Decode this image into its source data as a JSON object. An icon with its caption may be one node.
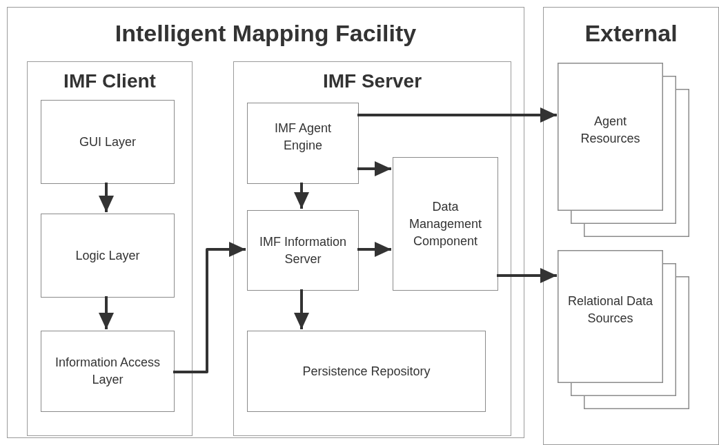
{
  "diagram": {
    "nodes": [
      {
        "text": [
          "Intelligent Mapping Facility"
        ]
      },
      {
        "text": [
          "External"
        ]
      },
      {
        "text": [
          "IMF Client"
        ],
        "in": 0
      },
      {
        "text": [
          "GUI Layer"
        ],
        "in": 2
      },
      {
        "text": [
          "Logic Layer"
        ],
        "in": 2
      },
      {
        "text": [
          "Information Access Layer"
        ],
        "in": 2
      },
      {
        "text": [
          "IMF Server"
        ],
        "in": 0
      },
      {
        "text": [
          "IMF Agent Engine"
        ],
        "in": 6
      },
      {
        "text": [
          "IMF Information Server"
        ],
        "in": 6
      },
      {
        "text": [
          "Data Management Component"
        ],
        "in": 6
      },
      {
        "text": [
          "Persistence Repository"
        ],
        "in": 6
      },
      {
        "text": [
          "Agent Resources"
        ],
        "in": 1
      },
      {
        "text": [
          "Relational Data Sources"
        ],
        "in": 1
      }
    ],
    "edges": [
      {
        "from": 3,
        "to": 4,
        "arrow": "to"
      },
      {
        "from": 4,
        "to": 5,
        "arrow": "to"
      },
      {
        "from": 5,
        "to": 8,
        "arrow": "to"
      },
      {
        "from": 7,
        "to": 8,
        "arrow": "to"
      },
      {
        "from": 7,
        "to": 9,
        "arrow": "to"
      },
      {
        "from": 8,
        "to": 9,
        "arrow": "to"
      },
      {
        "from": 8,
        "to": 10,
        "arrow": "to"
      },
      {
        "from": 7,
        "to": 11,
        "arrow": "to"
      },
      {
        "from": 9,
        "to": 12,
        "arrow": "to"
      }
    ]
  }
}
